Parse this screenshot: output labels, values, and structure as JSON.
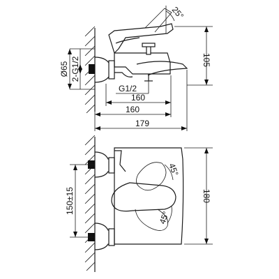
{
  "dimensions": {
    "angle_top": "25°",
    "height_top": "105",
    "outlet_diameter": "Ø65",
    "inlet_thread": "2-G1/2",
    "shower_thread": "G1/2",
    "len_1": "160",
    "len_2": "160",
    "len_total": "179",
    "angle_upper": "45°",
    "angle_lower": "45°",
    "centers": "150±15",
    "height_front": "180"
  }
}
